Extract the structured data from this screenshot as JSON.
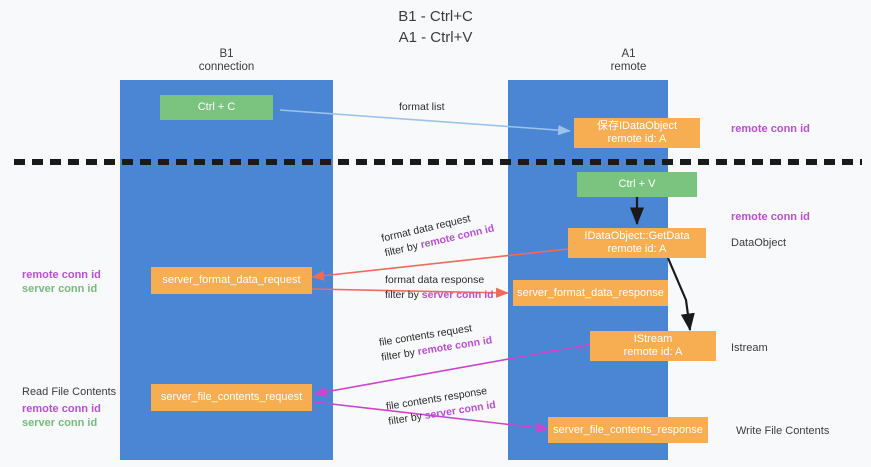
{
  "title": {
    "line1": "B1 - Ctrl+C",
    "line2": "A1 - Ctrl+V"
  },
  "columns": [
    {
      "name": "B1",
      "sub": "connection"
    },
    {
      "name": "A1",
      "sub": "remote"
    }
  ],
  "nodes": {
    "ctrl_c": {
      "label": "Ctrl + C"
    },
    "ctrl_v": {
      "label": "Ctrl + V"
    },
    "save_dataobject": {
      "line1": "保存IDataObject",
      "line2": "remote id: A"
    },
    "getdata": {
      "line1": "IDataObject::GetData",
      "line2": "remote id: A"
    },
    "istream": {
      "line1": "IStream",
      "line2": "remote id: A"
    },
    "server_format_data_request": {
      "label": "server_format_data_request"
    },
    "server_format_data_response": {
      "label": "server_format_data_response"
    },
    "server_file_contents_request": {
      "label": "server_file_contents_request"
    },
    "server_file_contents_response": {
      "label": "server_file_contents_response"
    }
  },
  "connectors": {
    "format_list": {
      "line1": "format list"
    },
    "format_data_request": {
      "line1": "format data request",
      "line2_pre": "filter by ",
      "line2_key": "remote conn id"
    },
    "format_data_response": {
      "line1": "format data response",
      "line2_pre": "filter by ",
      "line2_key": "server conn id"
    },
    "file_contents_request": {
      "line1": "file contents request",
      "line2_pre": "filter by ",
      "line2_key": "remote conn id"
    },
    "file_contents_response": {
      "line1": "file contents response",
      "line2_pre": "filter by ",
      "line2_key": "server conn id"
    }
  },
  "left_labels": {
    "mid_remote": "remote conn id",
    "mid_server": "server conn id",
    "read_file_contents": "Read File Contents",
    "low_remote": "remote conn id",
    "low_server": "server conn id"
  },
  "right_labels": {
    "top_remote": "remote conn id",
    "mid_remote": "remote conn id",
    "dataobject": "DataObject",
    "istream": "Istream",
    "write_file_contents": "Write File Contents"
  },
  "colors": {
    "lane": "#4a86d4",
    "green": "#7ac47f",
    "orange": "#f7ad51",
    "purple": "#b94fd4",
    "green_text": "#77bb7d",
    "arrow_blue": "#9dc3ea",
    "arrow_red": "#f06a5a",
    "arrow_magenta": "#cc44cc",
    "arrow_black": "#1a1a1a",
    "background": "#f8f9fa"
  }
}
